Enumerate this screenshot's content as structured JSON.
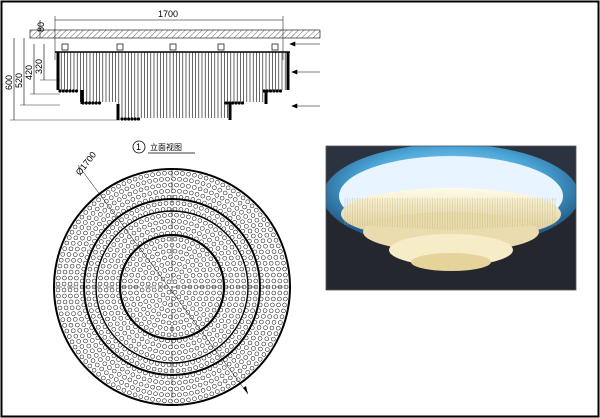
{
  "elevation": {
    "width_dim": "1700",
    "top_dim": "80",
    "height_total_dim": "600",
    "height_520_dim": "520",
    "height_420_dim": "420",
    "height_320_dim": "320",
    "view_number": "1",
    "view_title": "立面视图"
  },
  "plan": {
    "diameter_dim": "Ø1700"
  },
  "photo": {
    "subject": "crystal-ceiling-chandelier-photo"
  },
  "colors": {
    "line": "#000000",
    "photo_blue": "#4aa6d8",
    "photo_dark": "#20242c",
    "crystal": "#f3e9c8"
  }
}
